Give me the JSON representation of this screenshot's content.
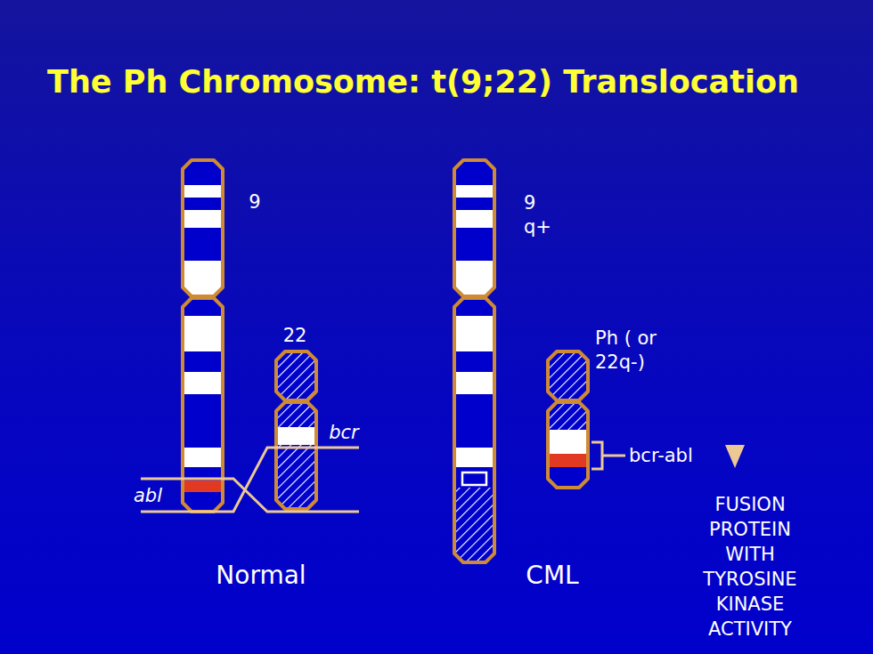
{
  "diagram": {
    "title": "The Ph Chromosome: t(9;22) Translocation",
    "labels": [
      "9",
      "22",
      "bcr",
      "abl",
      "9 q+",
      "Ph ( or 22q-)",
      "bcr-abl",
      "Normal",
      "CML",
      "FUSION PROTEIN WITH TYROSINE KINASE ACTIVITY"
    ]
  }
}
